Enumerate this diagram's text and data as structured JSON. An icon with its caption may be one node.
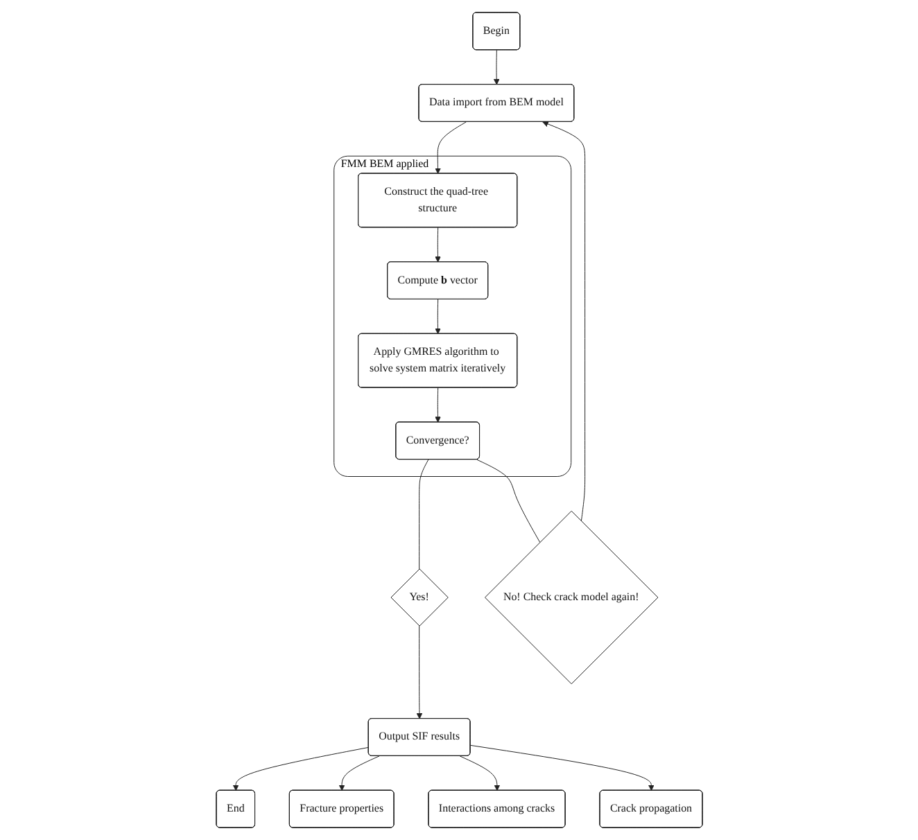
{
  "diagram": {
    "nodes": [
      {
        "text": [
          "Begin"
        ]
      },
      {
        "text": [
          "Data import from BEM model"
        ]
      },
      {
        "text": [
          "FMM BEM applied"
        ]
      },
      {
        "text": [
          "Construct the quad-tree structure"
        ],
        "in": 2
      },
      {
        "text": [
          "Compute **b** vector"
        ],
        "in": 2
      },
      {
        "text": [
          "Apply GMRES algorithm to solve system matrix iteratively"
        ],
        "in": 2
      },
      {
        "text": [
          "Convergence?"
        ],
        "in": 2
      },
      {
        "text": [
          "Yes!"
        ]
      },
      {
        "text": [
          "No! Check crack model again!"
        ]
      },
      {
        "text": [
          "Output SIF results"
        ]
      },
      {
        "text": [
          "End"
        ]
      },
      {
        "text": [
          "Fracture properties"
        ]
      },
      {
        "text": [
          "Interactions among cracks"
        ]
      },
      {
        "text": [
          "Crack propagation"
        ]
      }
    ],
    "edges": [
      {
        "from": 0,
        "to": 1,
        "arrow": "to"
      },
      {
        "from": 1,
        "to": 3,
        "arrow": "to"
      },
      {
        "from": 3,
        "to": 4,
        "arrow": "to"
      },
      {
        "from": 4,
        "to": 5,
        "arrow": "to"
      },
      {
        "from": 5,
        "to": 6,
        "arrow": "to"
      },
      {
        "from": 6,
        "to": 7,
        "arrow": "none"
      },
      {
        "from": 7,
        "to": 9,
        "arrow": "to"
      },
      {
        "from": 6,
        "to": 8,
        "arrow": "none"
      },
      {
        "from": 8,
        "to": 1,
        "arrow": "to"
      },
      {
        "from": 9,
        "to": 10,
        "arrow": "to"
      },
      {
        "from": 9,
        "to": 11,
        "arrow": "to"
      },
      {
        "from": 9,
        "to": 12,
        "arrow": "to"
      },
      {
        "from": 9,
        "to": 13,
        "arrow": "to"
      }
    ]
  }
}
